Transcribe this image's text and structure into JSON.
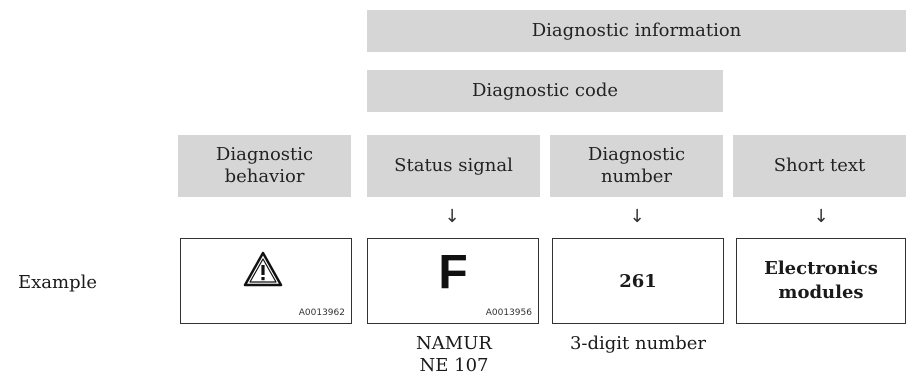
{
  "header": {
    "diagnostic_information": "Diagnostic information",
    "diagnostic_code": "Diagnostic code"
  },
  "columns": {
    "behavior": "Diagnostic behavior",
    "status": "Status signal",
    "number": "Diagnostic number",
    "short_text": "Short text"
  },
  "arrow": "↓",
  "example": {
    "row_label": "Example",
    "behavior_icon": "warning-triangle-icon",
    "behavior_code": "A0013962",
    "status_letter": "F",
    "status_code": "A0013956",
    "number_value": "261",
    "short_text_value": "Electronics modules"
  },
  "notes": {
    "status": "NAMUR NE 107",
    "number": "3-digit number"
  }
}
